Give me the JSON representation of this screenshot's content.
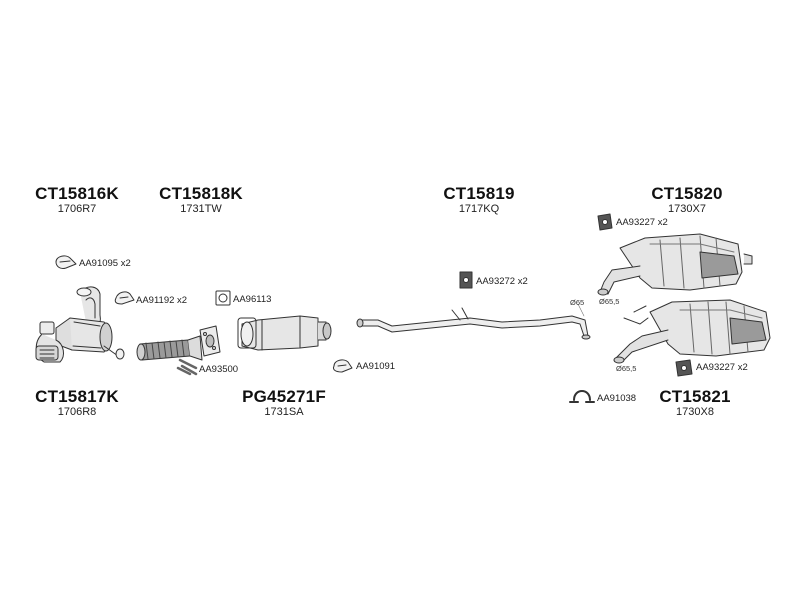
{
  "colors": {
    "stroke": "#333333",
    "fill": "#e6e6e6",
    "dark": "#9a9a9a",
    "text": "#111111"
  },
  "parts": [
    {
      "code": "CT15816K",
      "sub": "1706R7"
    },
    {
      "code": "CT15818K",
      "sub": "1731TW"
    },
    {
      "code": "CT15819",
      "sub": "1717KQ"
    },
    {
      "code": "CT15820",
      "sub": "1730X7"
    },
    {
      "code": "CT15817K",
      "sub": "1706R8"
    },
    {
      "code": "PG45271F",
      "sub": "1731SA"
    },
    {
      "code": "CT15821",
      "sub": "1730X8"
    }
  ],
  "accessories": [
    {
      "code": "AA91095 x2",
      "icon": "clamp-icon"
    },
    {
      "code": "AA91192 x2",
      "icon": "clamp-icon"
    },
    {
      "code": "AA96113",
      "icon": "gasket-icon"
    },
    {
      "code": "AA93500",
      "icon": "bolt-kit-icon"
    },
    {
      "code": "AA91091",
      "icon": "clamp-icon"
    },
    {
      "code": "AA93272 x2",
      "icon": "rubber-mount-icon"
    },
    {
      "code": "AA93227 x2",
      "icon": "rubber-mount-icon"
    },
    {
      "code": "AA91038",
      "icon": "clamp-icon"
    },
    {
      "code": "AA93227 x2",
      "icon": "rubber-mount-icon"
    }
  ],
  "dimensions": [
    "Ø65",
    "Ø65,5",
    "Ø65,5"
  ]
}
